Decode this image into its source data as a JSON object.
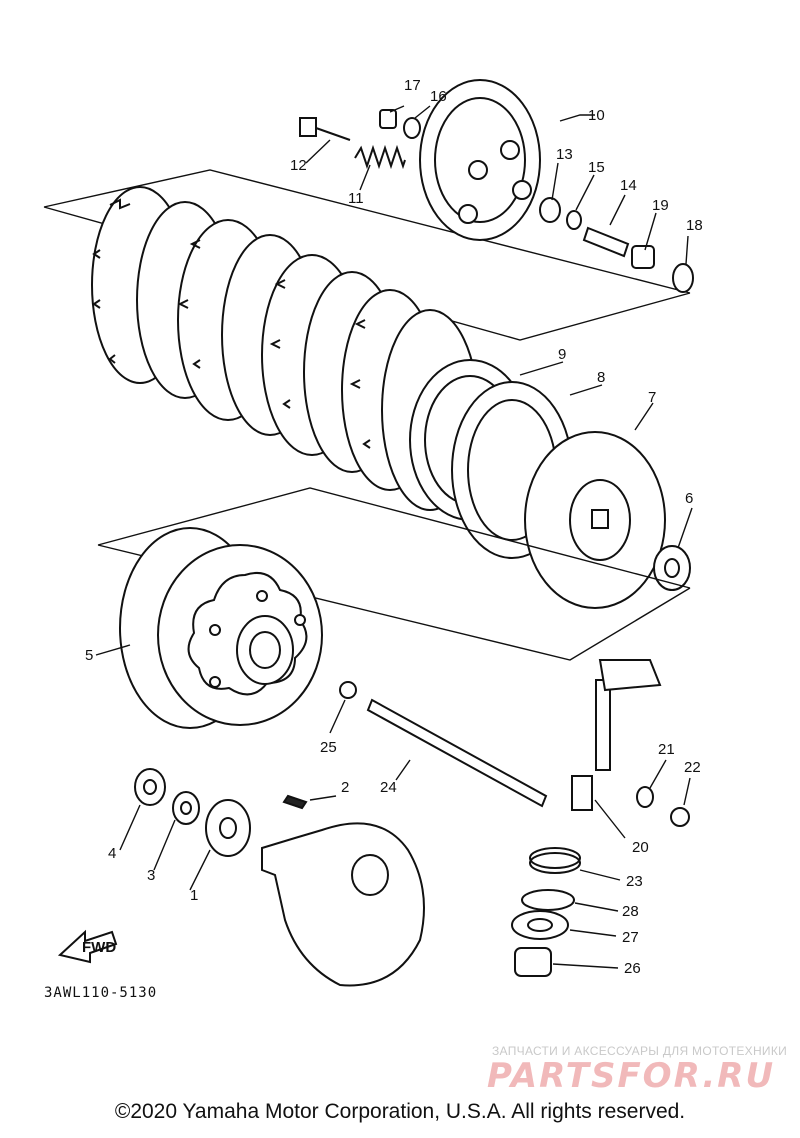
{
  "diagram": {
    "part_labels": [
      "1",
      "2",
      "3",
      "4",
      "5",
      "6",
      "7",
      "8",
      "9",
      "10",
      "11",
      "12",
      "13",
      "14",
      "15",
      "16",
      "17",
      "18",
      "19",
      "20",
      "21",
      "22",
      "23",
      "24",
      "25",
      "26",
      "27",
      "28"
    ],
    "fwd_label": "FWD",
    "diagram_code": "3AWL110-5130"
  },
  "watermark": {
    "subtitle": "ЗАПЧАСТИ И АКСЕССУАРЫ ДЛЯ МОТОТЕХНИКИ",
    "logo_text": "PARTSFOR.RU"
  },
  "footer": {
    "copyright": "©2020 Yamaha Motor Corporation, U.S.A. All rights reserved."
  }
}
